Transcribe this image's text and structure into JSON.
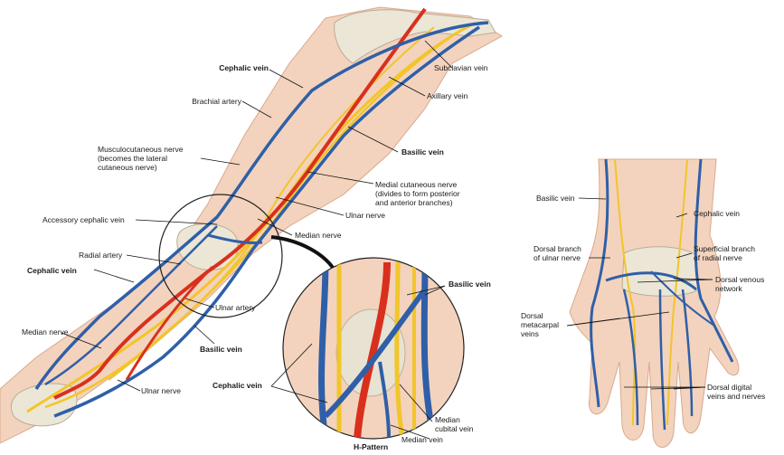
{
  "arm": {
    "cephalic_vein_upper": "Cephalic vein",
    "brachial_artery": "Brachial artery",
    "musculocutaneous_nerve": [
      "Musculocutaneous nerve",
      "(becomes the lateral",
      "cutaneous nerve)"
    ],
    "accessory_cephalic_vein": "Accessory cephalic vein",
    "radial_artery": "Radial artery",
    "cephalic_vein_lower": "Cephalic vein",
    "median_nerve_left": "Median nerve",
    "ulnar_artery": "Ulnar artery",
    "basilic_vein_lower": "Basilic vein",
    "ulnar_nerve_lower": "Ulnar nerve",
    "subclavian_vein": "Subclavian vein",
    "axillary_vein": "Axillary vein",
    "basilic_vein_upper": "Basilic vein",
    "medial_cutaneous_nerve": [
      "Medial cutaneous nerve",
      "(divides to form posterior",
      "and anterior branches)"
    ],
    "ulnar_nerve_mid": "Ulnar nerve",
    "median_nerve_mid": "Median nerve"
  },
  "inset": {
    "basilic_vein": "Basilic vein",
    "cephalic_vein": "Cephalic vein",
    "median_cubital_vein": [
      "Median",
      "cubital vein"
    ],
    "median_vein": "Median vein",
    "caption": "H-Pattern"
  },
  "hand": {
    "basilic_vein": "Basilic vein",
    "cephalic_vein": "Cephalic vein",
    "dorsal_branch_ulnar": [
      "Dorsal branch",
      "of ulnar nerve"
    ],
    "superficial_branch_radial": [
      "Superficial branch",
      "of radial nerve"
    ],
    "dorsal_venous_network": [
      "Dorsal venous",
      "network"
    ],
    "dorsal_metacarpal_veins": [
      "Dorsal",
      "metacarpal",
      "veins"
    ],
    "dorsal_digital": [
      "Dorsal digital",
      "veins and nerves"
    ]
  },
  "colors": {
    "skin": "#f3d3bd",
    "skin_shade": "#e2b59c",
    "bone": "#e8e2d2",
    "vein": "#2f5fa8",
    "artery": "#d9301e",
    "nerve": "#f2c52a"
  }
}
